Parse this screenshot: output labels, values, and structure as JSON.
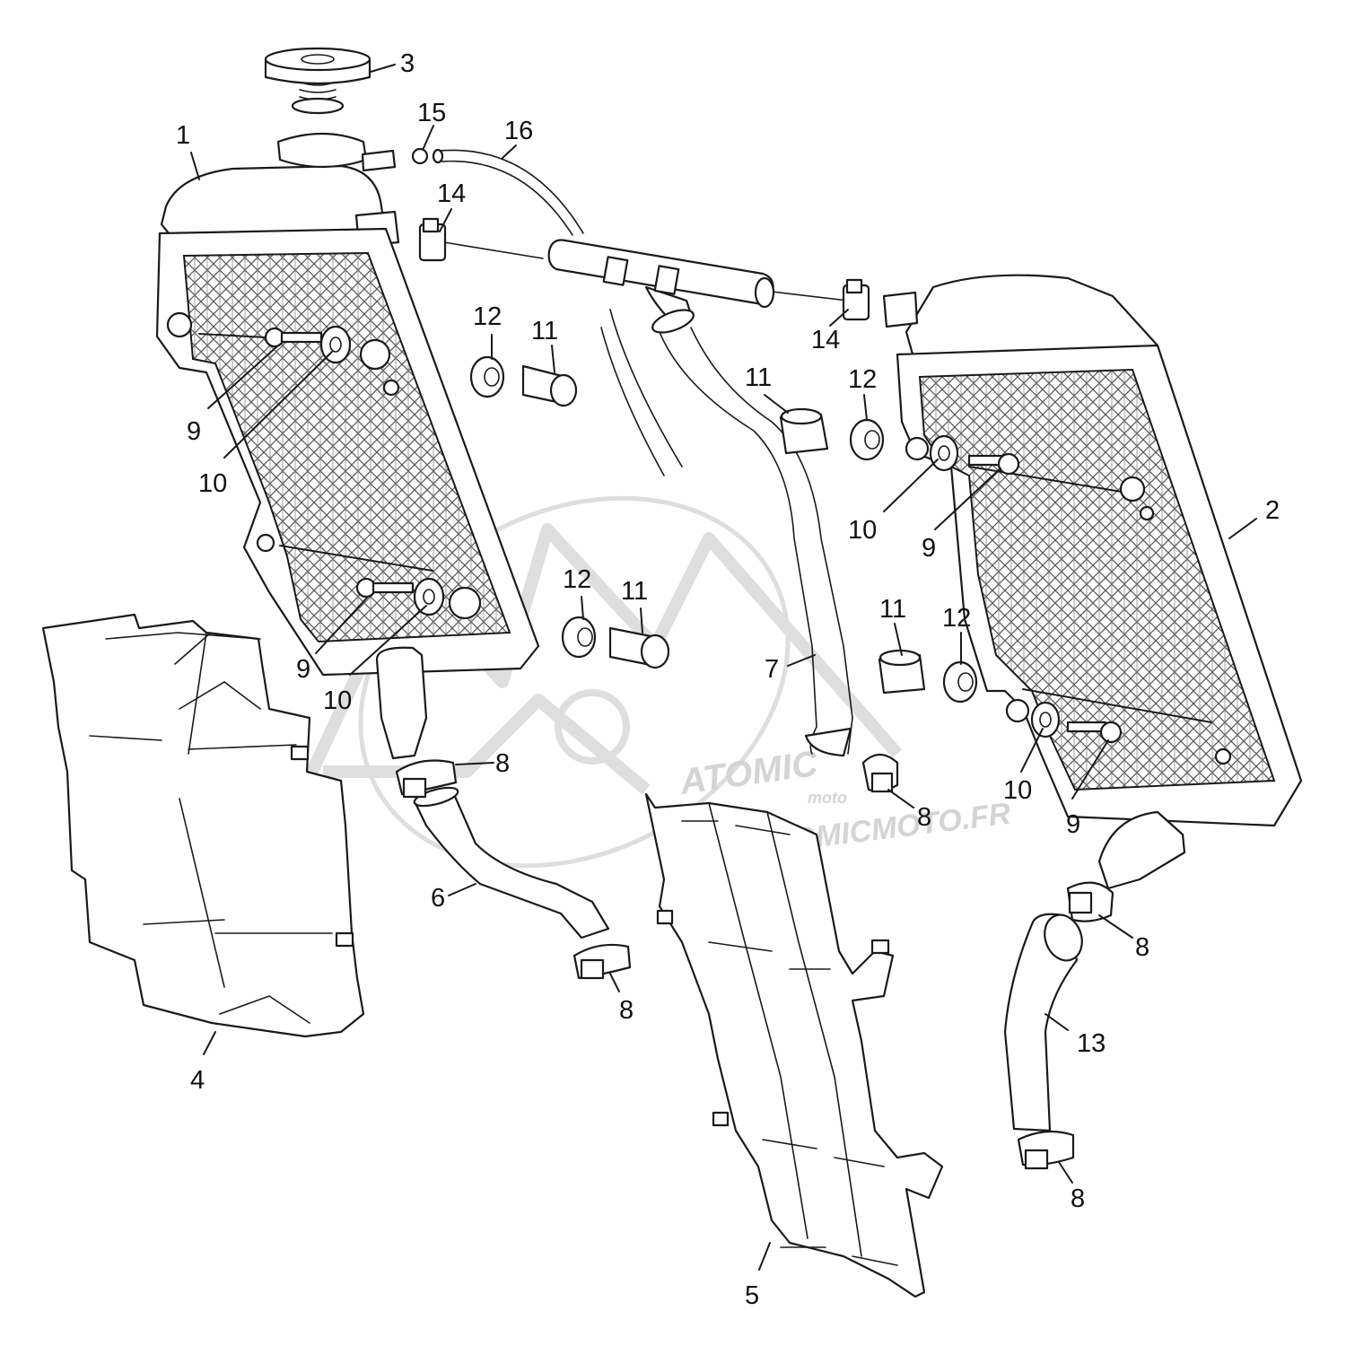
{
  "watermark": {
    "brand": "ATOMIC",
    "sub": "moto",
    "url": "WWW.ATOMICMOTO.FR",
    "color": "#dedede"
  },
  "callouts": [
    {
      "id": "c1",
      "text": "1"
    },
    {
      "id": "c2",
      "text": "2"
    },
    {
      "id": "c3",
      "text": "3"
    },
    {
      "id": "c4",
      "text": "4"
    },
    {
      "id": "c5",
      "text": "5"
    },
    {
      "id": "c6",
      "text": "6"
    },
    {
      "id": "c7",
      "text": "7"
    },
    {
      "id": "c8a",
      "text": "8"
    },
    {
      "id": "c8b",
      "text": "8"
    },
    {
      "id": "c8c",
      "text": "8"
    },
    {
      "id": "c8d",
      "text": "8"
    },
    {
      "id": "c8e",
      "text": "8"
    },
    {
      "id": "c9a",
      "text": "9"
    },
    {
      "id": "c9b",
      "text": "9"
    },
    {
      "id": "c9c",
      "text": "9"
    },
    {
      "id": "c9d",
      "text": "9"
    },
    {
      "id": "c10a",
      "text": "10"
    },
    {
      "id": "c10b",
      "text": "10"
    },
    {
      "id": "c10c",
      "text": "10"
    },
    {
      "id": "c10d",
      "text": "10"
    },
    {
      "id": "c11a",
      "text": "11"
    },
    {
      "id": "c11b",
      "text": "11"
    },
    {
      "id": "c11c",
      "text": "11"
    },
    {
      "id": "c11d",
      "text": "11"
    },
    {
      "id": "c12a",
      "text": "12"
    },
    {
      "id": "c12b",
      "text": "12"
    },
    {
      "id": "c12c",
      "text": "12"
    },
    {
      "id": "c12d",
      "text": "12"
    },
    {
      "id": "c13",
      "text": "13"
    },
    {
      "id": "c14a",
      "text": "14"
    },
    {
      "id": "c14b",
      "text": "14"
    },
    {
      "id": "c15",
      "text": "15"
    },
    {
      "id": "c16",
      "text": "16"
    }
  ]
}
